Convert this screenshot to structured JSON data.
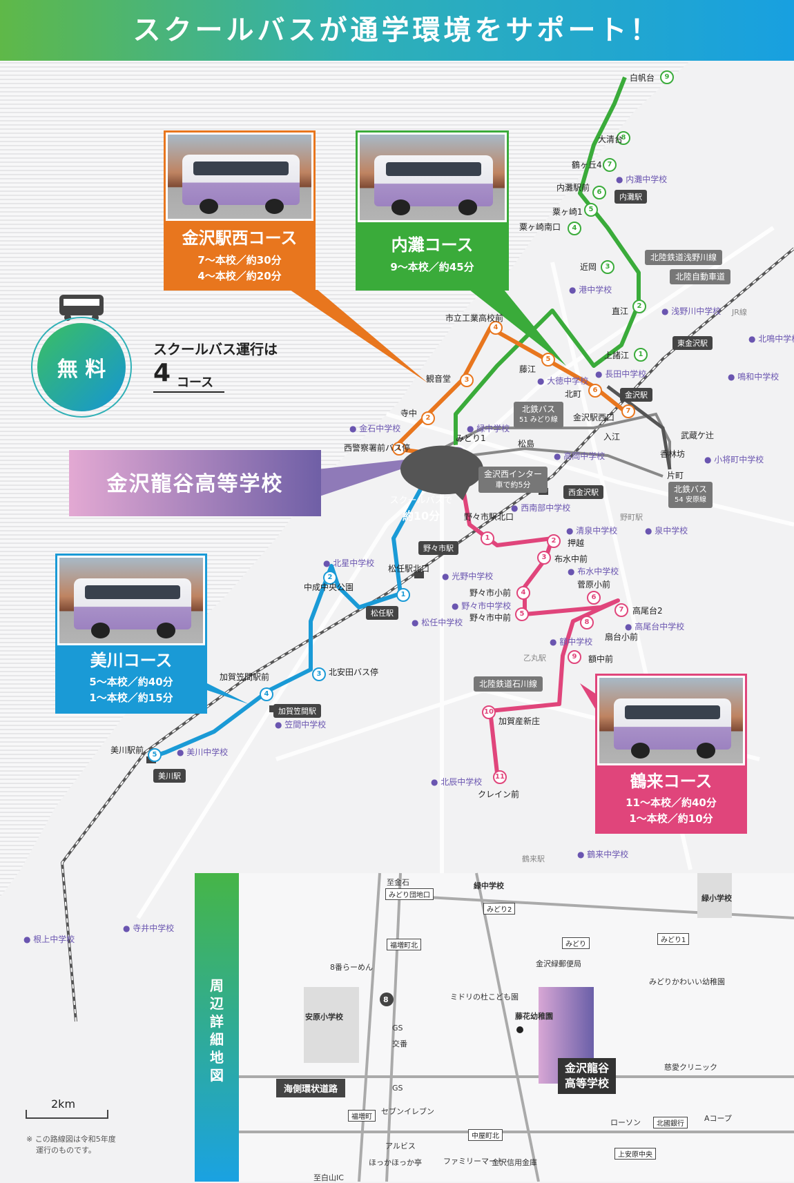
{
  "header": {
    "title": "スクールバスが通学環境をサポート！"
  },
  "free_badge": {
    "label": "無 料",
    "text1": "スクールバス運行は",
    "count": "4",
    "unit": "コース"
  },
  "school": {
    "name": "金沢龍谷高等学校"
  },
  "bubble": {
    "line1": "スクールバスで",
    "line2": "約10分"
  },
  "courses": {
    "west": {
      "title": "金沢駅西コース",
      "line1": "7〜本校／約30分",
      "line2": "4〜本校／約20分",
      "color": "#e8761e"
    },
    "uchinada": {
      "title": "内灘コース",
      "line1": "9〜本校／約45分",
      "color": "#3aab3a"
    },
    "mikawa": {
      "title": "美川コース",
      "line1": "5〜本校／約40分",
      "line2": "1〜本校／約15分",
      "color": "#1a9ad6"
    },
    "tsurugi": {
      "title": "鶴来コース",
      "line1": "11〜本校／約40分",
      "line2": "1〜本校／約10分",
      "color": "#e0457b"
    }
  },
  "stops": {
    "green": [
      "白帆台",
      "大清台",
      "鶴ヶ丘4",
      "内灘駅前",
      "粟ヶ崎1",
      "粟ヶ崎南口",
      "近岡",
      "直江",
      "上諸江"
    ],
    "orange": [
      "西警察署前バス停",
      "寺中",
      "観音堂",
      "市立工業高校前",
      "藤江",
      "北町",
      "金沢駅西口"
    ],
    "blue": [
      "松任駅北口",
      "中成中央公園",
      "北安田バス停",
      "加賀笠間駅前",
      "美川駅前"
    ],
    "pink": [
      "野々市駅北口",
      "押越",
      "布水中前",
      "野々市小前",
      "野々市中前",
      "菅原小前",
      "高尾台2",
      "扇台小前",
      "額中前",
      "加賀産新庄",
      "クレイン前"
    ]
  },
  "stations": [
    "金沢駅",
    "西金沢駅",
    "野々市駅",
    "松任駅",
    "加賀笠間駅",
    "美川駅",
    "東金沢駅",
    "JR線",
    "鶴来駅",
    "乙丸駅",
    "野町駅",
    "内灘駅"
  ],
  "schools": [
    "内灘中学校",
    "港中学校",
    "浅野川中学校",
    "北鳴中学校",
    "長田中学校",
    "大徳中学校",
    "鳴和中学校",
    "金石中学校",
    "緑中学校",
    "高岡中学校",
    "小将町中学校",
    "西南部中学校",
    "泉中学校",
    "清泉中学校",
    "北星中学校",
    "光野中学校",
    "布水中学校",
    "野々市中学校",
    "松任中学校",
    "高尾台中学校",
    "額中学校",
    "笠間中学校",
    "美川中学校",
    "北辰中学校",
    "鶴来中学校",
    "根上中学校",
    "寺井中学校"
  ],
  "places": [
    "みどり1",
    "松島",
    "入江",
    "武蔵ケ辻",
    "香林坊",
    "片町",
    "北陸鉄道浅野川線",
    "北陸自動車道",
    "北陸鉄道石川線"
  ],
  "boxes": {
    "hokutetsu51": {
      "line1": "北鉄バス",
      "line2": "51 みどり線"
    },
    "interchange": {
      "line1": "金沢西インター",
      "line2": "車で約5分"
    },
    "hokutetsu54": {
      "line1": "北鉄バス",
      "line2": "54 安原線"
    }
  },
  "inset": {
    "title": "周辺詳細地図",
    "labels": [
      "至金石",
      "みどり団地口",
      "緑中学校",
      "みどり2",
      "緑小学校",
      "福増町北",
      "8番らーめん",
      "みどり",
      "みどり1",
      "金沢緑郵便局",
      "みどりかわいい幼稚園",
      "ミドリの杜こども園",
      "藤花幼稚園",
      "安原小学校",
      "GS",
      "交番",
      "慈愛クリニック",
      "海側環状道路",
      "GS",
      "福増町",
      "セブンイレブン",
      "ローソン",
      "北國銀行",
      "Aコープ",
      "中屋町北",
      "アルビス",
      "上安原中央",
      "ほっかほっか亭",
      "ファミリーマート",
      "金沢信用金庫",
      "至白山IC",
      "8"
    ],
    "school": {
      "line1": "金沢龍谷",
      "line2": "高等学校"
    }
  },
  "scale": {
    "label": "2km"
  },
  "note": {
    "line1": "※ この路線図は令和5年度",
    "line2": "運行のものです。"
  }
}
